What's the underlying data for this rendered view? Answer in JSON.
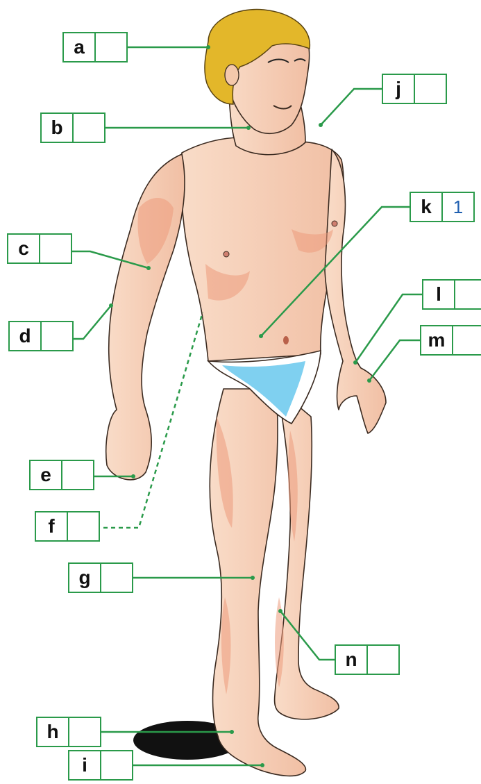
{
  "labels": {
    "a": {
      "letter": "a",
      "answer": ""
    },
    "b": {
      "letter": "b",
      "answer": ""
    },
    "c": {
      "letter": "c",
      "answer": ""
    },
    "d": {
      "letter": "d",
      "answer": ""
    },
    "e": {
      "letter": "e",
      "answer": ""
    },
    "f": {
      "letter": "f",
      "answer": ""
    },
    "g": {
      "letter": "g",
      "answer": ""
    },
    "h": {
      "letter": "h",
      "answer": ""
    },
    "i": {
      "letter": "i",
      "answer": ""
    },
    "j": {
      "letter": "j",
      "answer": ""
    },
    "k": {
      "letter": "k",
      "answer": "1"
    },
    "l": {
      "letter": "l",
      "answer": ""
    },
    "m": {
      "letter": "m",
      "answer": ""
    },
    "n": {
      "letter": "n",
      "answer": ""
    }
  },
  "colors": {
    "skin": "#f6cdb4",
    "skin_shadow": "#ec9a7c",
    "hair": "#e3b72a",
    "briefs": "#ffffff",
    "briefs_blue": "#7fd0f0",
    "shadow": "#111111",
    "leader_line": "#2a9a4a"
  }
}
